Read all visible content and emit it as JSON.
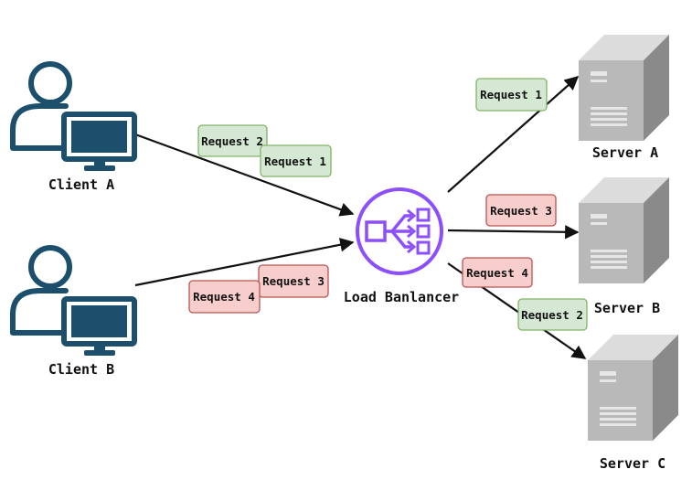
{
  "colors": {
    "person": "#1b4f6b",
    "monitor_screen": "#1b4f6b",
    "arrow": "#111111",
    "load_balancer": "#8c4fff",
    "green_fill": "#d5e8d4",
    "green_stroke": "#82b366",
    "red_fill": "#f8cecc",
    "red_stroke": "#b85450",
    "server_body": "#8a8a8a",
    "server_face": "#b9b9b9"
  },
  "clients": [
    {
      "label": "Client A",
      "icon": "user-computer-icon"
    },
    {
      "label": "Client B",
      "icon": "user-computer-icon"
    }
  ],
  "load_balancer": {
    "label": "Load Banlancer",
    "icon": "load-balancer-icon"
  },
  "servers": [
    {
      "label": "Server A",
      "icon": "server-tower-icon"
    },
    {
      "label": "Server B",
      "icon": "server-tower-icon"
    },
    {
      "label": "Server C",
      "icon": "server-tower-icon"
    }
  ],
  "requests": {
    "client_a_1": {
      "text": "Request 2",
      "status": "green"
    },
    "client_a_2": {
      "text": "Request 1",
      "status": "green"
    },
    "client_b_1": {
      "text": "Request 4",
      "status": "red"
    },
    "client_b_2": {
      "text": "Request 3",
      "status": "red"
    },
    "to_server_a": {
      "text": "Request 1",
      "status": "green"
    },
    "to_server_b": {
      "text": "Request 3",
      "status": "red"
    },
    "to_server_c_1": {
      "text": "Request 4",
      "status": "red"
    },
    "to_server_c_2": {
      "text": "Request 2",
      "status": "green"
    }
  }
}
